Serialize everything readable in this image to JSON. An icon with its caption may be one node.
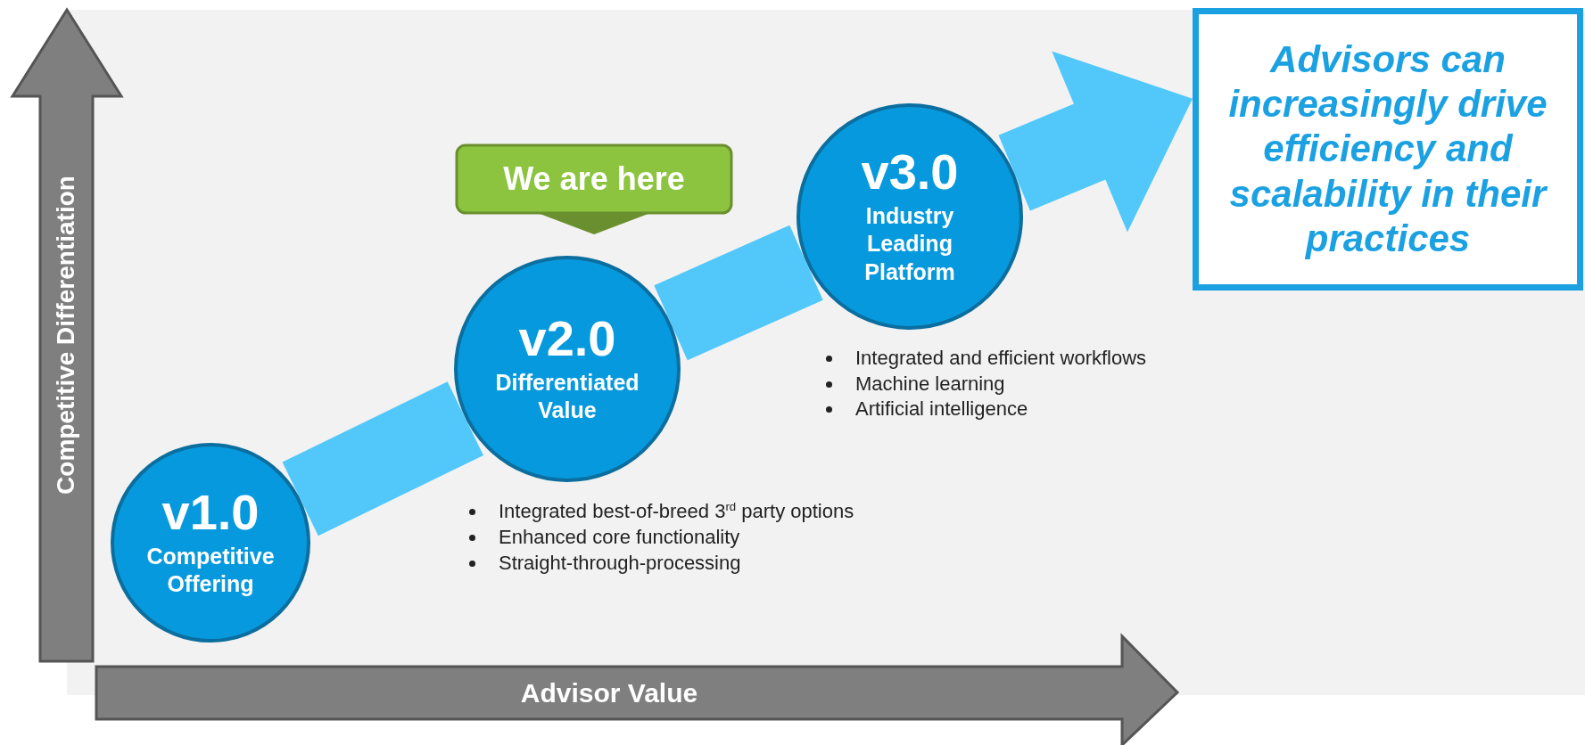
{
  "diagram": {
    "nodes": [
      {
        "text": [
          "v1.0",
          "Competitive Offering"
        ]
      },
      {
        "text": [
          "v2.0",
          "Differentiated Value"
        ],
        "beside": [
          "Integrated best-of-breed 3$^{rd}$ party options",
          "Enhanced core functionality",
          "Straight-through-processing"
        ]
      },
      {
        "text": [
          "v3.0",
          "Industry Leading Platform"
        ],
        "beside": [
          "Integrated and efficient workflows",
          "Machine learning",
          "Artificial intelligence"
        ]
      },
      {
        "text": [
          "We are here"
        ]
      },
      {
        "text": [
          "Advisors can increasingly drive efficiency and scalability in their practices"
        ]
      }
    ],
    "edges": [
      {
        "from": 0,
        "to": 1,
        "arrow": "none"
      },
      {
        "from": 1,
        "to": 2,
        "arrow": "none"
      },
      {
        "from": 2,
        "to": 4,
        "arrow": "to"
      }
    ],
    "labels": [
      "Competitive Differentiation",
      "Advisor Value"
    ]
  }
}
